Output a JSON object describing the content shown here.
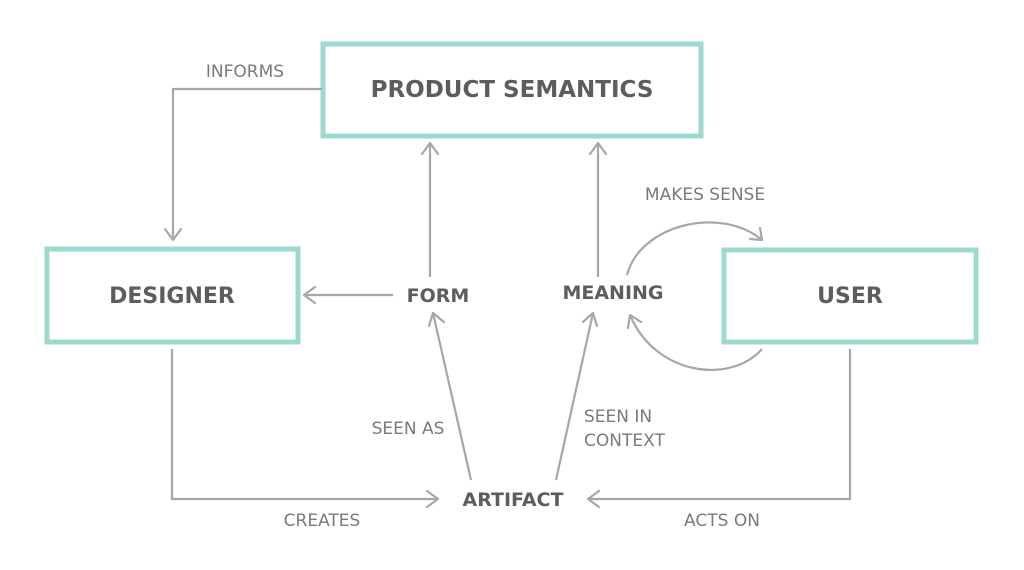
{
  "boxes": {
    "product_semantics": "PRODUCT SEMANTICS",
    "designer": "DESIGNER",
    "user": "USER"
  },
  "nodes": {
    "form": "FORM",
    "meaning": "MEANING",
    "artifact": "ARTIFACT"
  },
  "edges": {
    "informs": "INFORMS",
    "makes_sense": "MAKES SENSE",
    "seen_as": "SEEN AS",
    "seen_in_context_line1": "SEEN IN",
    "seen_in_context_line2": "CONTEXT",
    "creates": "CREATES",
    "acts_on": "ACTS ON"
  },
  "colors": {
    "box_border": "#9ed9cf",
    "arrow": "#a7a7a7",
    "bold_text": "#5d5d5d",
    "label_text": "#7a7a7a"
  }
}
